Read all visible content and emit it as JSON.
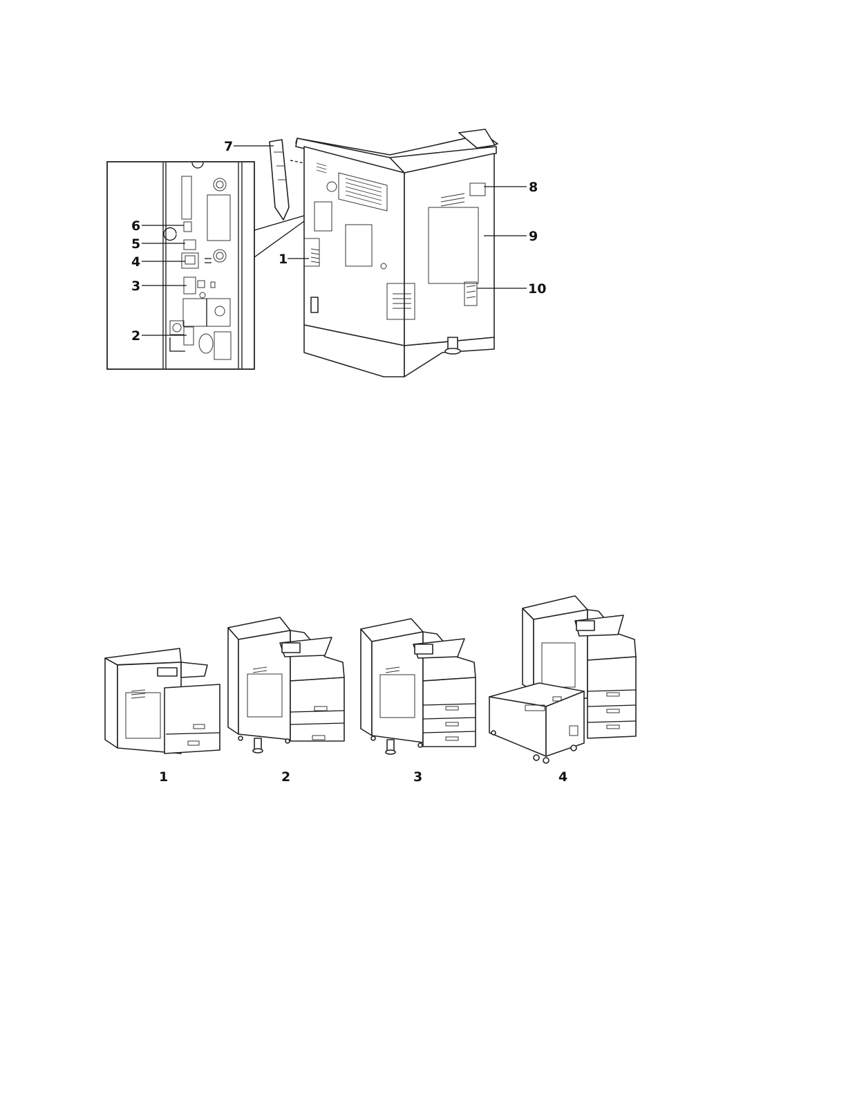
{
  "figure_top": {
    "callouts": [
      {
        "id": "1",
        "text": "1"
      },
      {
        "id": "2",
        "text": "2"
      },
      {
        "id": "3",
        "text": "3"
      },
      {
        "id": "4",
        "text": "4"
      },
      {
        "id": "5",
        "text": "5"
      },
      {
        "id": "6",
        "text": "6"
      },
      {
        "id": "7",
        "text": "7"
      },
      {
        "id": "8",
        "text": "8"
      },
      {
        "id": "9",
        "text": "9"
      },
      {
        "id": "10",
        "text": "10"
      }
    ]
  },
  "figure_bottom": {
    "configurations": [
      {
        "label": "1"
      },
      {
        "label": "2"
      },
      {
        "label": "3"
      },
      {
        "label": "4"
      }
    ]
  }
}
